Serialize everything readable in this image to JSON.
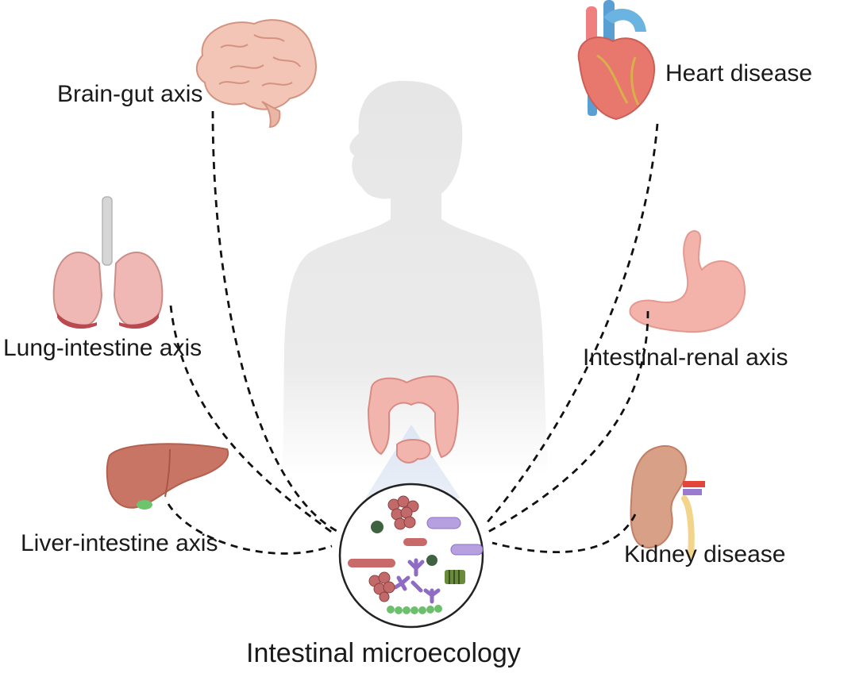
{
  "labels": {
    "brain": "Brain-gut axis",
    "heart": "Heart disease",
    "lung": "Lung-intestine axis",
    "renal": "Intestinal-renal axis",
    "liver": "Liver-intestine axis",
    "kidney": "Kidney disease",
    "center": "Intestinal microecology"
  },
  "icons": {
    "brain": "brain-icon",
    "heart": "heart-icon",
    "lungs": "lungs-icon",
    "stomach": "stomach-icon",
    "liver": "liver-icon",
    "kidney": "kidney-icon",
    "intestine": "large-intestine-icon",
    "body": "human-body-silhouette"
  },
  "colors": {
    "silhouette": "#e8e8e8",
    "connector": "#111111",
    "organ_pink": "#f2b3ad",
    "liver": "#c97566",
    "kidney": "#d9a088"
  }
}
